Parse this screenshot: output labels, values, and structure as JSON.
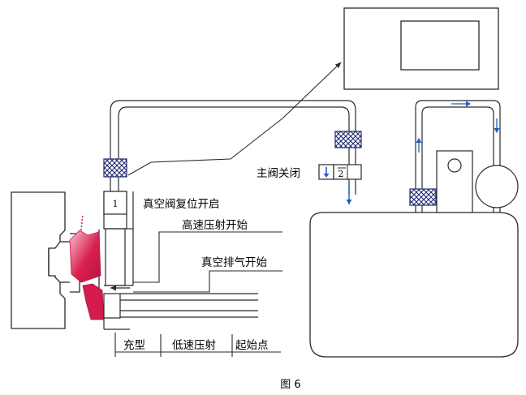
{
  "labels": {
    "valve_reset": "真空阀复位开启",
    "high_speed": "高速压射开始",
    "vacuum_exhaust": "真空排气开始",
    "main_valve_close": "主阀关闭"
  },
  "valves": {
    "valve_1": "1",
    "valve_2": "2"
  },
  "stages": {
    "fill": "充型",
    "low_speed": "低速压射",
    "start_point": "起始点"
  },
  "caption": "图 6",
  "colors": {
    "line": "#2a2a2a",
    "arrow": "#1f5fbf",
    "metal": "#d21c4c",
    "mesh": "#1f2a6e",
    "grid": "#e9e9e9"
  }
}
